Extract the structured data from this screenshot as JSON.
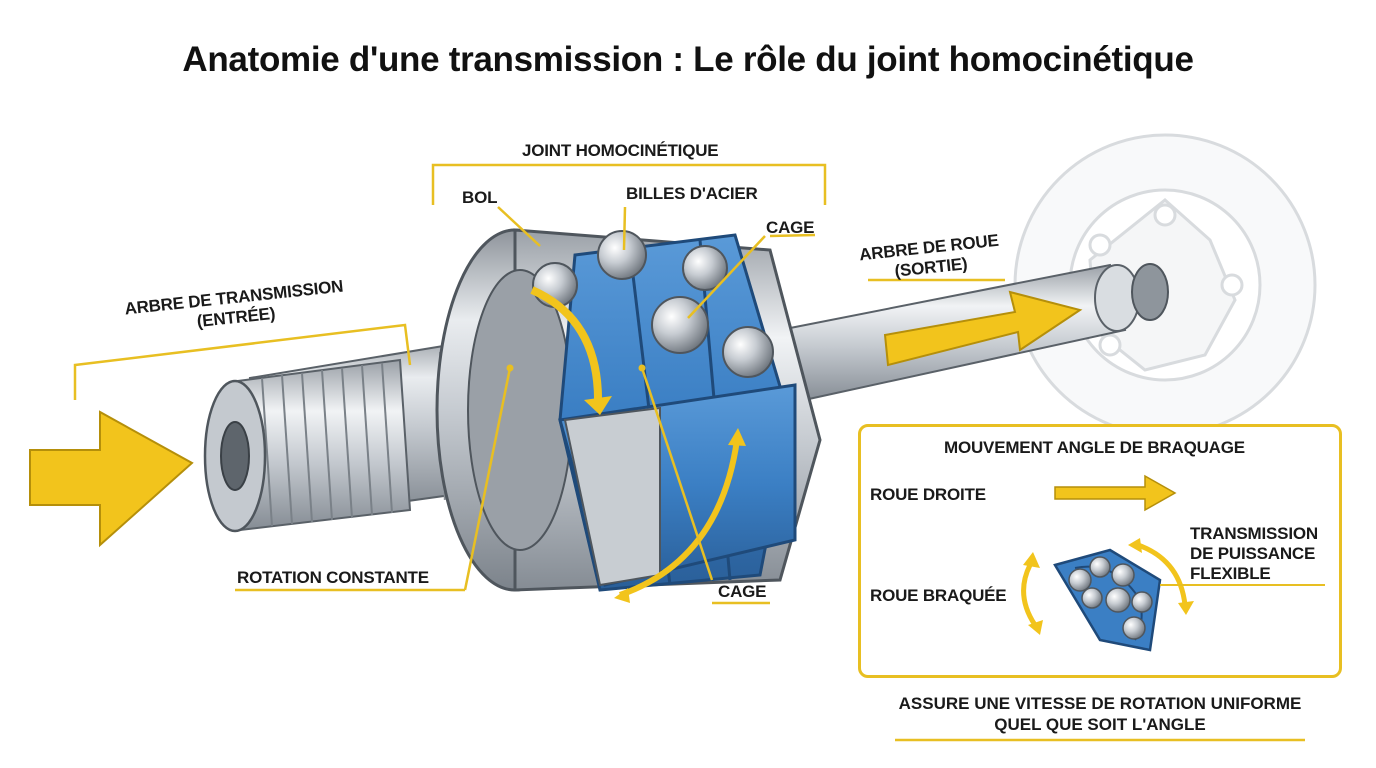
{
  "title": "Anatomie d'une transmission : Le rôle du joint homocinétique",
  "labels": {
    "input_shaft_line1": "ARBRE DE TRANSMISSION",
    "input_shaft_line2": "(ENTRÉE)",
    "cv_joint": "JOINT HOMOCINÉTIQUE",
    "bowl": "BOL",
    "steel_balls": "BILLES D'ACIER",
    "cage_top": "CAGE",
    "cage_bottom": "CAGE",
    "output_shaft_line1": "ARBRE DE ROUE",
    "output_shaft_line2": "(SORTIE)",
    "constant_rotation": "ROTATION CONSTANTE"
  },
  "inset": {
    "heading": "MOUVEMENT ANGLE DE BRAQUAGE",
    "straight_wheel": "ROUE DROITE",
    "steered_wheel": "ROUE BRAQUÉE",
    "flex_line1": "TRANSMISSION",
    "flex_line2": "DE PUISSANCE",
    "flex_line3": "FLEXIBLE"
  },
  "footer": {
    "line1": "ASSURE UNE VITESSE DE ROTATION UNIFORME",
    "line2": "QUEL QUE SOIT L'ANGLE"
  },
  "colors": {
    "accent_yellow": "#f2c41c",
    "cage_blue": "#3b7fc4",
    "metal_grey": "#c9cdd2",
    "text": "#1a1a1a"
  }
}
